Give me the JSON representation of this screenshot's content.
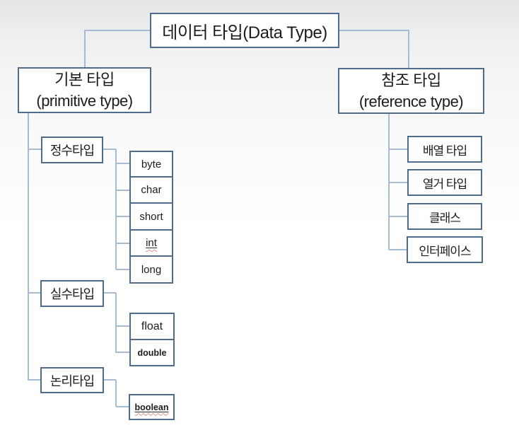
{
  "root": {
    "label": "데이터 타입(Data Type)"
  },
  "primitive": {
    "line1": "기본 타입",
    "line2": "(primitive type)"
  },
  "reference": {
    "line1": "참조 타입",
    "line2": "(reference type)"
  },
  "primitive_categories": {
    "integer": "정수타입",
    "floating": "실수타입",
    "logical": "논리타입"
  },
  "integer_types": {
    "byte": "byte",
    "char": "char",
    "short": "short",
    "int": "int",
    "long": "long"
  },
  "floating_types": {
    "float": "float",
    "double": "double"
  },
  "logical_types": {
    "boolean": "boolean"
  },
  "reference_types": {
    "array": "배열 타입",
    "enum": "열거 타입",
    "class": "클래스",
    "interface": "인터페이스"
  },
  "colors": {
    "box_border": "#4e6d8d",
    "connector": "#a6bcd2",
    "text": "#1c1c1c",
    "spellcheck_wavy": "#e08a8a",
    "background_top": "#e6e6e6",
    "background_bottom": "#ffffff"
  }
}
